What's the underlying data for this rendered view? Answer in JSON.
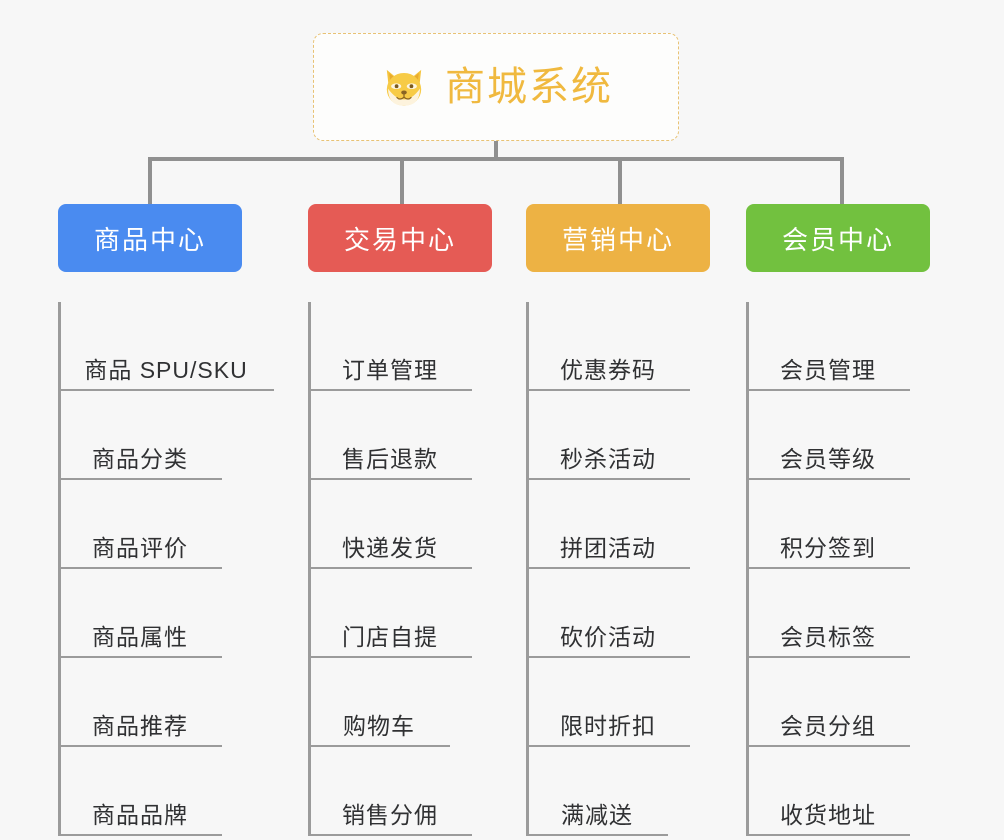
{
  "root": {
    "title": "商城系统",
    "icon": "shiba-dog-face-emoji",
    "accent_color": "#f0b93f",
    "border_color": "#e8c274"
  },
  "colors": {
    "background": "#f7f7f7",
    "connector": "#909090",
    "leaf_rule": "#9b9b9b",
    "leaf_text": "#303133"
  },
  "branches": [
    {
      "label": "商品中心",
      "color": "#4a8bf0",
      "items": [
        "商品 SPU/SKU",
        "商品分类",
        "商品评价",
        "商品属性",
        "商品推荐",
        "商品品牌"
      ]
    },
    {
      "label": "交易中心",
      "color": "#e55b55",
      "items": [
        "订单管理",
        "售后退款",
        "快递发货",
        "门店自提",
        "购物车",
        "销售分佣"
      ]
    },
    {
      "label": "营销中心",
      "color": "#edb244",
      "items": [
        "优惠券码",
        "秒杀活动",
        "拼团活动",
        "砍价活动",
        "限时折扣",
        "满减送"
      ]
    },
    {
      "label": "会员中心",
      "color": "#72c13f",
      "items": [
        "会员管理",
        "会员等级",
        "积分签到",
        "会员标签",
        "会员分组",
        "收货地址"
      ]
    }
  ]
}
